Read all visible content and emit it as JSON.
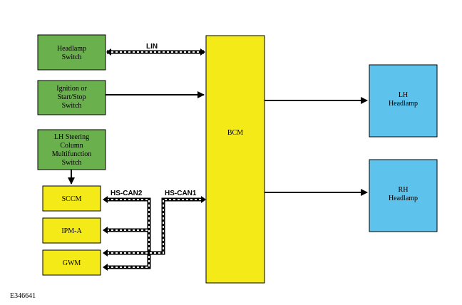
{
  "blocks": {
    "headlamp_switch": [
      "Headlamp",
      "Switch"
    ],
    "ignition_switch": [
      "Ignition or",
      "Start/Stop",
      "Switch"
    ],
    "lh_steering_switch": [
      "LH Steering",
      "Column",
      "Multifunction",
      "Switch"
    ],
    "sccm": [
      "SCCM"
    ],
    "ipm_a": [
      "IPM-A"
    ],
    "gwm": [
      "GWM"
    ],
    "bcm": [
      "BCM"
    ],
    "lh_headlamp": [
      "LH",
      "Headlamp"
    ],
    "rh_headlamp": [
      "RH",
      "Headlamp"
    ]
  },
  "bus_labels": {
    "lin": "LIN",
    "hs_can2": "HS-CAN2",
    "hs_can1": "HS-CAN1"
  },
  "figure_ref": "E346641",
  "colors": {
    "switch_block": "#6ab04c",
    "module_block": "#f3ea18",
    "headlamp_block": "#5ec3ec",
    "bus_outline": "#000000",
    "bus_dash": "#ffffff"
  }
}
